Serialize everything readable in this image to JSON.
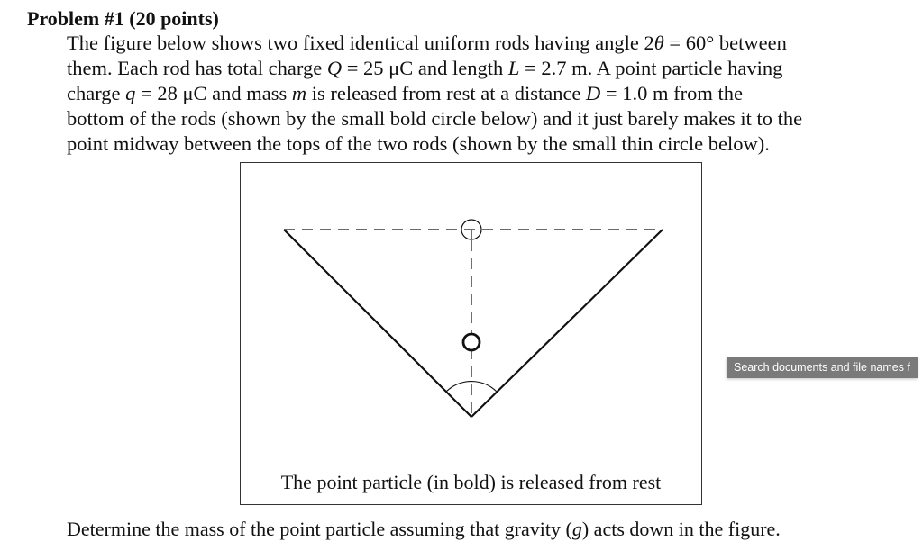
{
  "problem": {
    "title": "Problem #1 (20 points)",
    "lines": [
      [
        "The figure below shows two fixed identical uniform rods having angle 2",
        "θ",
        " = 60° between"
      ],
      [
        "them. Each rod has total charge ",
        "Q",
        " = 25 μC and length ",
        "L",
        " = 2.7 m. A point particle having"
      ],
      [
        "charge ",
        "q",
        " = 28 μC and mass ",
        "m",
        " is released from rest at a distance ",
        "D",
        " = 1.0 m from the"
      ],
      [
        "bottom of the rods (shown by the small bold circle below) and it just barely makes it to the"
      ],
      [
        "point midway between the tops of the two rods (shown by the small thin circle below)."
      ]
    ],
    "figure": {
      "caption": "The point particle (in bold) is released from rest"
    },
    "question": [
      "Determine the mass of the point particle assuming that gravity (",
      "g",
      ") acts down in the figure."
    ]
  },
  "tooltip": {
    "text": "Search documents and file names f"
  }
}
